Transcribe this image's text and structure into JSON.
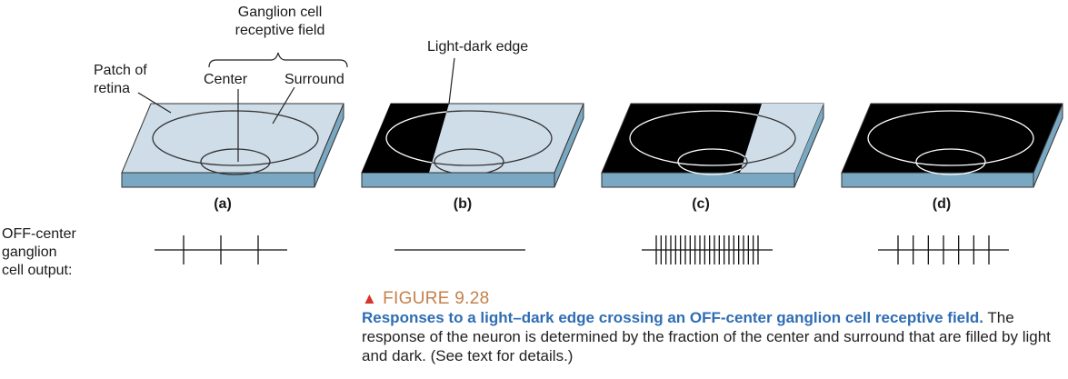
{
  "labels": {
    "ganglion_rf_line1": "Ganglion cell",
    "ganglion_rf_line2": "receptive field",
    "patch_line1": "Patch of",
    "patch_line2": "retina",
    "center": "Center",
    "surround": "Surround",
    "light_dark_edge": "Light-dark edge",
    "off_center_line1": "OFF-center",
    "off_center_line2": "ganglion",
    "off_center_line3": "cell output:"
  },
  "panels": [
    {
      "label": "(a)",
      "spikes": 3
    },
    {
      "label": "(b)",
      "spikes": 0
    },
    {
      "label": "(c)",
      "spikes": 22
    },
    {
      "label": "(d)",
      "spikes": 7
    }
  ],
  "caption": {
    "figure": "FIGURE 9.28",
    "bold": "Responses to a light–dark edge crossing an OFF-center ganglion cell receptive field.",
    "text": " The response of the neuron is determined by the fraction of the center and surround that are filled by light and dark. (See text for details.)"
  },
  "colors": {
    "light": "#cfdde8",
    "dark": "#000000",
    "slab_side": "#7aa8c2",
    "figure_title": "#c4804a",
    "caption_bold": "#2f6db3",
    "marker": "#d9342b"
  }
}
